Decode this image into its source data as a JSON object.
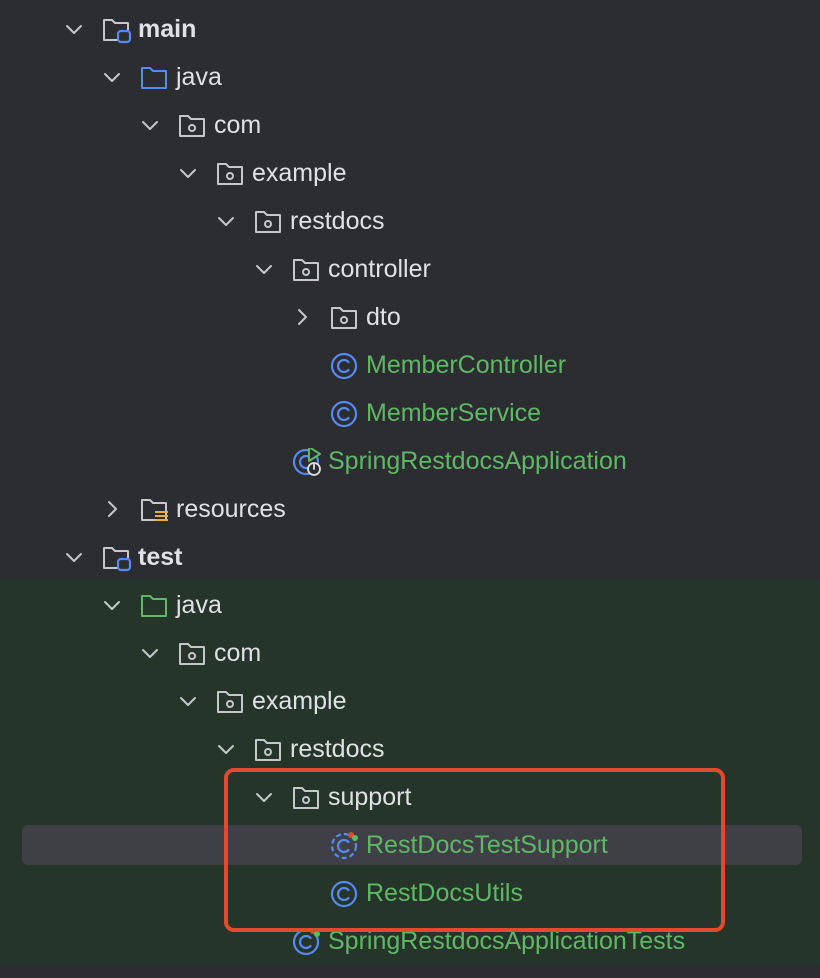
{
  "colors": {
    "background": "#2b2d30",
    "test_background": "#263529",
    "text": "#dfe1e5",
    "class_name": "#5fb865",
    "class_icon": "#548af7",
    "selection": "#3e4046",
    "annotation": "#e5492b"
  },
  "tree": {
    "main": "main",
    "main_java": "java",
    "main_com": "com",
    "main_example": "example",
    "main_restdocs": "restdocs",
    "controller": "controller",
    "dto": "dto",
    "member_controller": "MemberController",
    "member_service": "MemberService",
    "spring_app": "SpringRestdocsApplication",
    "resources": "resources",
    "test": "test",
    "test_java": "java",
    "test_com": "com",
    "test_example": "example",
    "test_restdocs": "restdocs",
    "support": "support",
    "rest_docs_test_support": "RestDocsTestSupport",
    "rest_docs_utils": "RestDocsUtils",
    "spring_app_tests": "SpringRestdocsApplicationTests"
  }
}
